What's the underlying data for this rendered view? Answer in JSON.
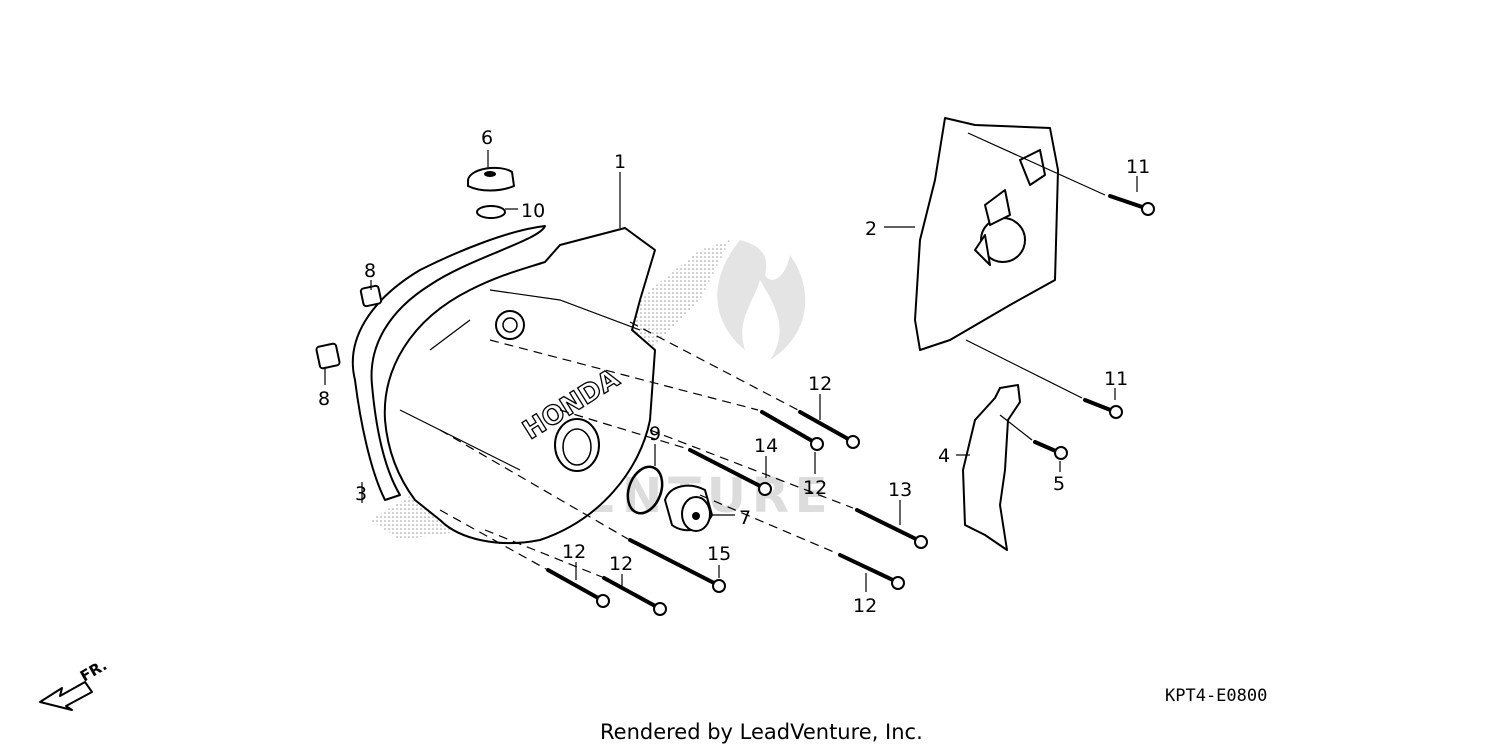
{
  "callouts": {
    "c1": "1",
    "c2": "2",
    "c3": "3",
    "c4": "4",
    "c5": "5",
    "c6": "6",
    "c7": "7",
    "c8a": "8",
    "c8b": "8",
    "c9": "9",
    "c10": "10",
    "c11a": "11",
    "c11b": "11",
    "c12a": "12",
    "c12b": "12",
    "c12c": "12",
    "c12d": "12",
    "c12e": "12",
    "c13": "13",
    "c14": "14",
    "c15": "15"
  },
  "direction_label": "FR.",
  "diagram_code": "KPT4-E0800",
  "footer": "Rendered by LeadVenture, Inc.",
  "logo_text": "HONDA",
  "watermark_text": "VENTURE"
}
